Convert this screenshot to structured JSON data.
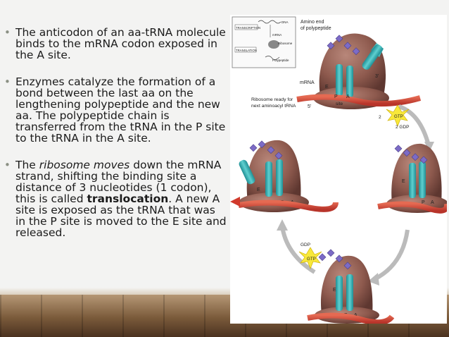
{
  "bullets": [
    {
      "text": "The anticodon of an aa-tRNA molecule binds to the mRNA codon exposed in the A site."
    },
    {
      "text": "Enzymes catalyze the formation of a bond between the last aa on the lengthening polypeptide and the new aa.  The polypeptide chain is transferred from the tRNA in the P site to the tRNA in the A site."
    },
    {
      "pre": "The ",
      "italic": "ribosome moves",
      "mid": " down the mRNA strand, shifting the binding site a distance of 3 nucleotides (1 codon), this is called ",
      "bold": "translocation",
      "post": ".  A new A site is exposed as the tRNA that was in the P site is moved to the E site and released."
    }
  ],
  "figure": {
    "inset": {
      "transcription": "TRANSCRIPTION",
      "dna": "DNA",
      "mrna": "mRNA",
      "translation": "TRANSLATION",
      "ribosome": "Ribosome",
      "polypeptide": "Polypeptide"
    },
    "amino_end": "Amino end",
    "of_polypeptide": "of polypeptide",
    "mrna": "mRNA",
    "three_prime": "3'",
    "five_prime": "5'",
    "ribosome_ready_1": "Ribosome ready for",
    "ribosome_ready_2": "next aminoacyl tRNA",
    "e": "E",
    "p": "P",
    "a": "A",
    "site": "site",
    "gtp": "GTP",
    "two": "2",
    "two_gdp": "2 GDP",
    "gdp": "GDP"
  }
}
